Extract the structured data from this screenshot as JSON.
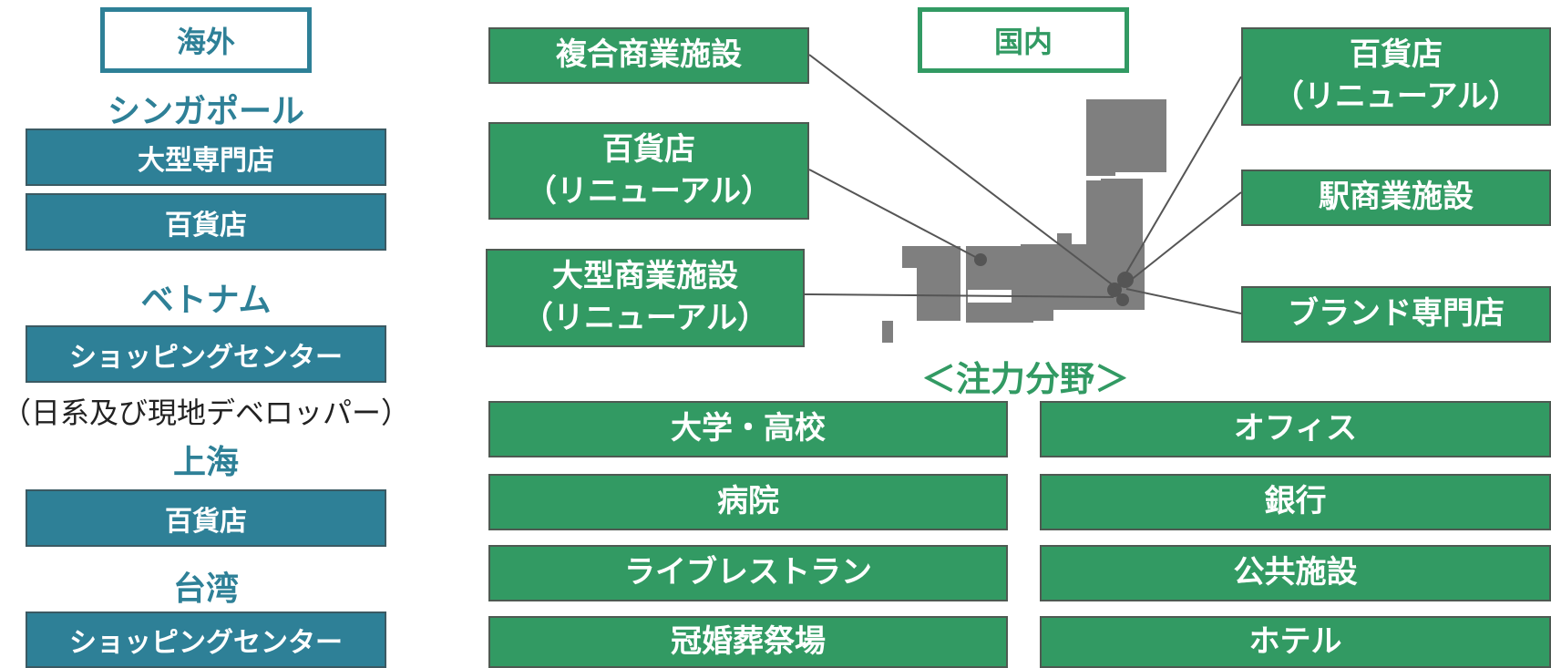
{
  "overseas": {
    "header": "海外",
    "singapore": {
      "title": "シンガポール",
      "items": [
        "大型専門店",
        "百貨店"
      ]
    },
    "vietnam": {
      "title": "ベトナム",
      "items": [
        "ショッピングセンター"
      ],
      "note": "（日系及び現地デベロッパー）"
    },
    "shanghai": {
      "title": "上海",
      "items": [
        "百貨店"
      ]
    },
    "taiwan": {
      "title": "台湾",
      "items": [
        "ショッピングセンター"
      ]
    }
  },
  "domestic": {
    "header": "国内",
    "left_boxes": [
      {
        "line1": "複合商業施設",
        "line2": ""
      },
      {
        "line1": "百貨店",
        "line2": "（リニューアル）"
      },
      {
        "line1": "大型商業施設",
        "line2": "（リニューアル）"
      }
    ],
    "right_boxes": [
      {
        "line1": "百貨店",
        "line2": "（リニューアル）"
      },
      {
        "line1": "駅商業施設",
        "line2": ""
      },
      {
        "line1": "ブランド専門店",
        "line2": ""
      }
    ]
  },
  "focus": {
    "title": "＜注力分野＞",
    "left": [
      "大学・高校",
      "病院",
      "ライブレストラン",
      "冠婚葬祭場"
    ],
    "right": [
      "オフィス",
      "銀行",
      "公共施設",
      "ホテル"
    ]
  },
  "colors": {
    "teal": "#2e8097",
    "green": "#329a63",
    "map_gray": "#7f7f7f",
    "connector": "#555555"
  },
  "icons": [
    "japan-map-icon"
  ]
}
